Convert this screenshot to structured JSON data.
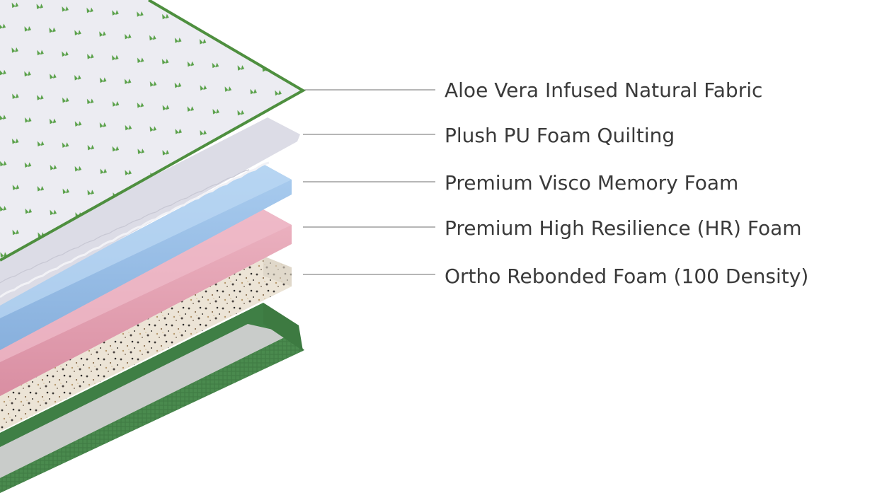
{
  "layers": [
    {
      "label": "Aloe Vera Infused Natural Fabric",
      "color": "#e6e6ef",
      "edge_color": "#4e8f3f"
    },
    {
      "label": "Plush PU Foam Quilting",
      "color": "#dddde7"
    },
    {
      "label": "Premium Visco Memory Foam",
      "color": "#9bbfe6"
    },
    {
      "label": "Premium High Resilience (HR) Foam",
      "color": "#e7a6b6"
    },
    {
      "label": "Ortho Rebonded Foam (100 Density)",
      "color": "#e9e0d3"
    }
  ],
  "base": {
    "color": "#cfd2cf",
    "border_color": "#3f7f45"
  },
  "leader_line_color": "#8a8a8a"
}
